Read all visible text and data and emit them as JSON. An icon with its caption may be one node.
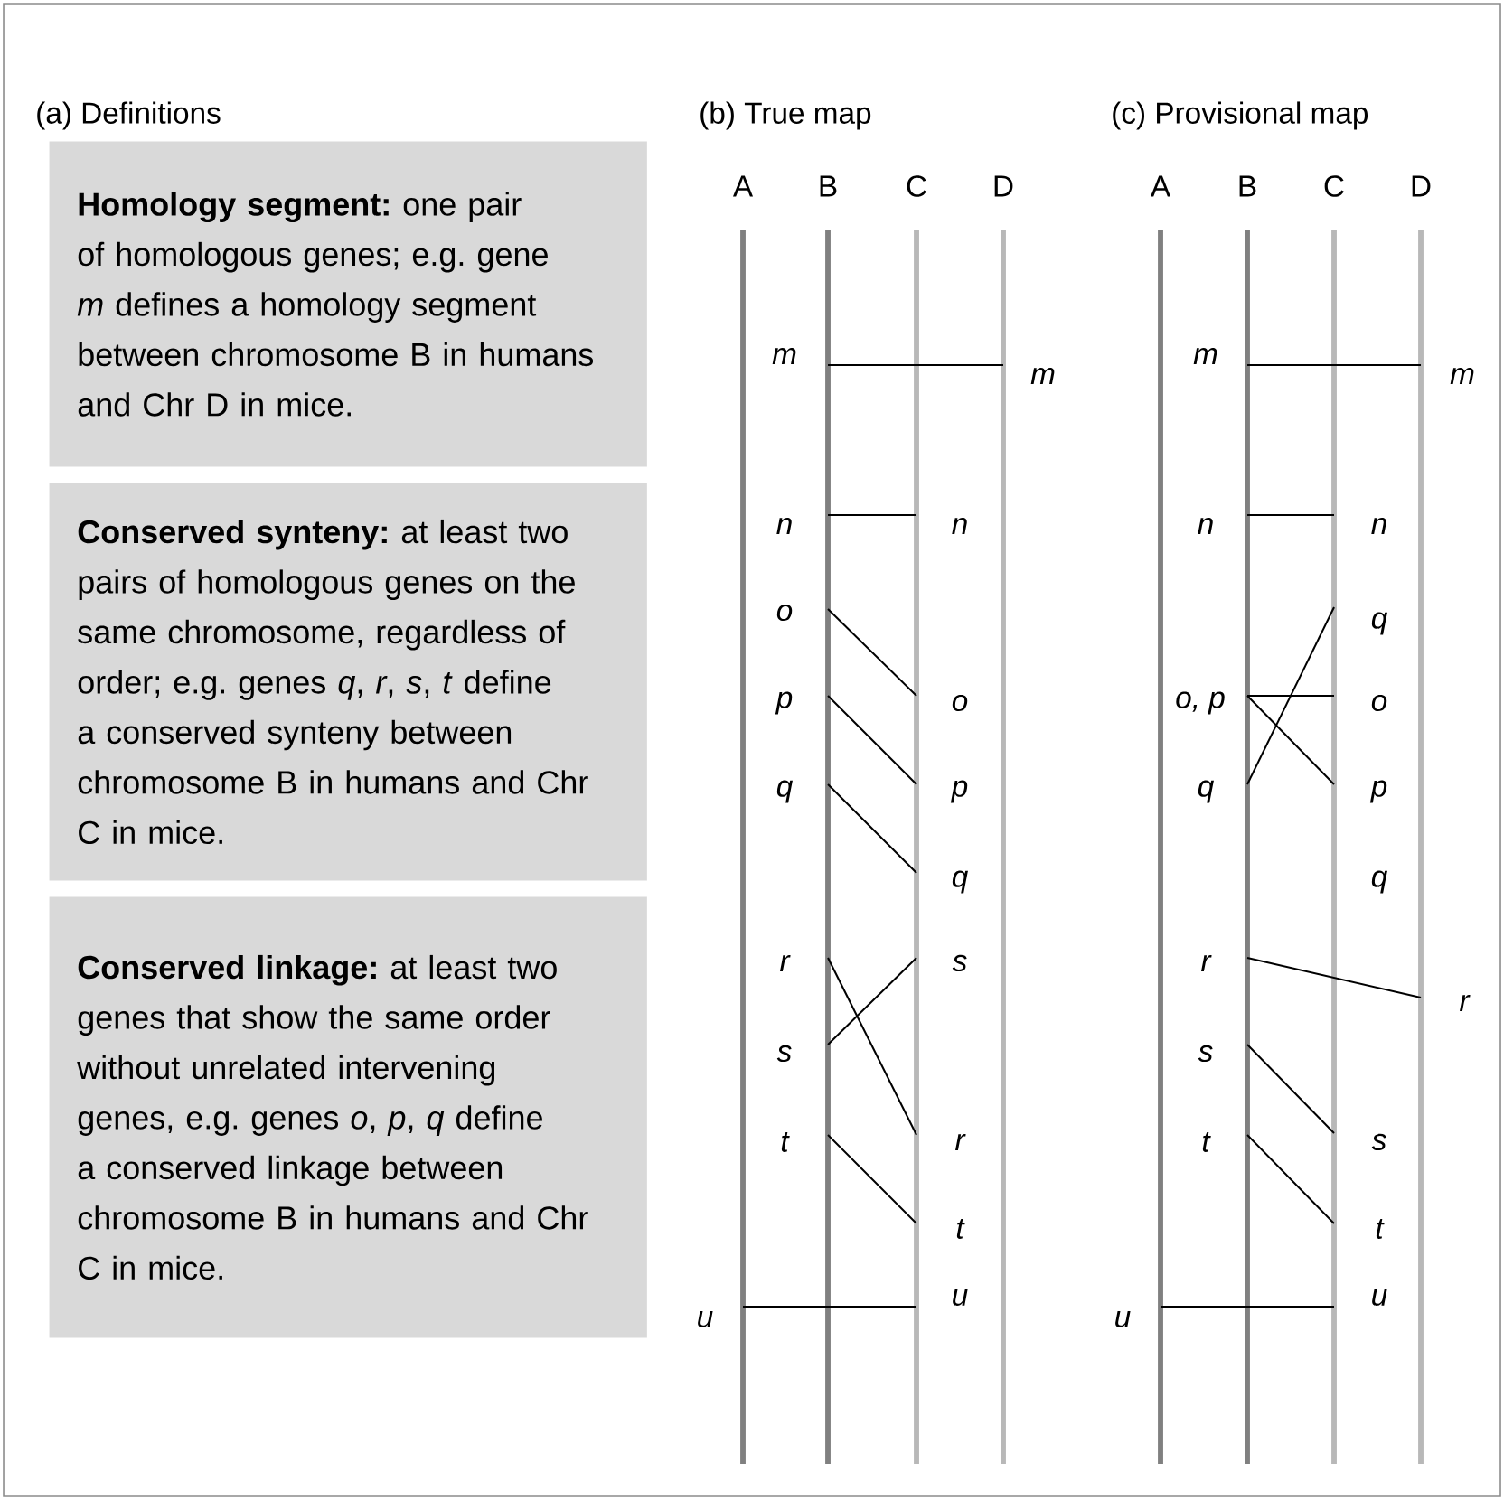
{
  "diagram": {
    "nodes": [
      {
        "text": [
          "**Homology segment:** one pair of homologous genes; e.g. gene *m* defines a homology segment between chromosome B in humans and Chr D in mice."
        ]
      },
      {
        "text": [
          "**Conserved synteny:** at least two pairs of homologous genes on the same chromosome, regardless of order; e.g. genes *q*, *r*, *s*, *t* define a conserved synteny between chromosome B in humans and Chr C in mice."
        ]
      },
      {
        "text": [
          "**Conserved linkage:** at least two genes that show the same order without unrelated intervening genes, e.g. genes *o*, *p*, *q* define a conserved linkage between chromosome B in humans and Chr C in mice."
        ]
      },
      {
        "text": [
          "m"
        ]
      },
      {
        "text": [
          "n"
        ]
      },
      {
        "text": [
          "o"
        ]
      },
      {
        "text": [
          "p"
        ]
      },
      {
        "text": [
          "q"
        ]
      },
      {
        "text": [
          "r"
        ]
      },
      {
        "text": [
          "s"
        ]
      },
      {
        "text": [
          "t"
        ]
      },
      {
        "text": [
          "u"
        ]
      },
      {
        "text": [
          "m"
        ]
      },
      {
        "text": [
          "n"
        ]
      },
      {
        "text": [
          "o"
        ]
      },
      {
        "text": [
          "p"
        ]
      },
      {
        "text": [
          "q"
        ]
      },
      {
        "text": [
          "s"
        ]
      },
      {
        "text": [
          "r"
        ]
      },
      {
        "text": [
          "t"
        ]
      },
      {
        "text": [
          "u"
        ]
      },
      {
        "text": [
          "m"
        ]
      },
      {
        "text": [
          "n"
        ]
      },
      {
        "text": [
          "o, p"
        ]
      },
      {
        "text": [
          "q"
        ]
      },
      {
        "text": [
          "r"
        ]
      },
      {
        "text": [
          "s"
        ]
      },
      {
        "text": [
          "t"
        ]
      },
      {
        "text": [
          "u"
        ]
      },
      {
        "text": [
          "m"
        ]
      },
      {
        "text": [
          "n"
        ]
      },
      {
        "text": [
          "q"
        ]
      },
      {
        "text": [
          "o"
        ]
      },
      {
        "text": [
          "p"
        ]
      },
      {
        "text": [
          "r"
        ]
      },
      {
        "text": [
          "s"
        ]
      },
      {
        "text": [
          "t"
        ]
      },
      {
        "text": [
          "u"
        ]
      }
    ],
    "edges": [
      {
        "from": 3,
        "to": 12,
        "arrow": "none"
      },
      {
        "from": 4,
        "to": 13,
        "arrow": "none"
      },
      {
        "from": 5,
        "to": 14,
        "arrow": "none"
      },
      {
        "from": 6,
        "to": 15,
        "arrow": "none"
      },
      {
        "from": 7,
        "to": 16,
        "arrow": "none"
      },
      {
        "from": 8,
        "to": 18,
        "arrow": "none"
      },
      {
        "from": 9,
        "to": 17,
        "arrow": "none"
      },
      {
        "from": 10,
        "to": 19,
        "arrow": "none"
      },
      {
        "from": 11,
        "to": 20,
        "arrow": "none"
      },
      {
        "from": 21,
        "to": 29,
        "arrow": "none"
      },
      {
        "from": 22,
        "to": 30,
        "arrow": "none"
      },
      {
        "from": 23,
        "to": 32,
        "arrow": "none"
      },
      {
        "from": 23,
        "to": 33,
        "arrow": "none"
      },
      {
        "from": 24,
        "to": 31,
        "arrow": "none"
      },
      {
        "from": 25,
        "to": 34,
        "arrow": "none"
      },
      {
        "from": 26,
        "to": 35,
        "arrow": "none"
      },
      {
        "from": 27,
        "to": 36,
        "arrow": "none"
      },
      {
        "from": 28,
        "to": 37,
        "arrow": "none"
      }
    ],
    "labels": [
      "(a) Definitions",
      "(b) True map",
      "(c) Provisional map",
      "A",
      "B",
      "C",
      "D",
      "A",
      "B",
      "C",
      "D",
      "q"
    ]
  }
}
